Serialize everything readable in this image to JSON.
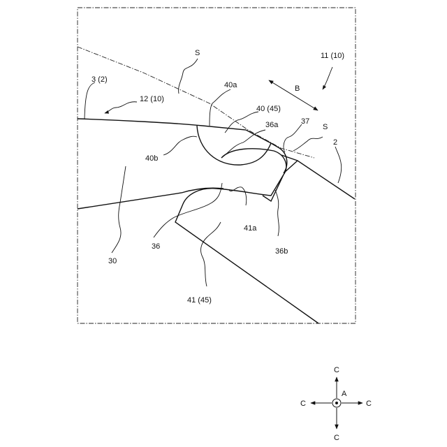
{
  "labels": {
    "s_top": "S",
    "s_right": "S",
    "b": "B",
    "r11": "11 (10)",
    "r3": "3 (2)",
    "r12": "12 (10)",
    "r40a": "40a",
    "r40": "40 (45)",
    "r36a": "36a",
    "r37": "37",
    "r2": "2",
    "r40b": "40b",
    "r41a": "41a",
    "r36": "36",
    "r36b": "36b",
    "r30": "30",
    "r41": "41 (45)"
  },
  "axes": {
    "top": "C",
    "bottom": "C",
    "left": "C",
    "right": "C",
    "center": "A"
  }
}
